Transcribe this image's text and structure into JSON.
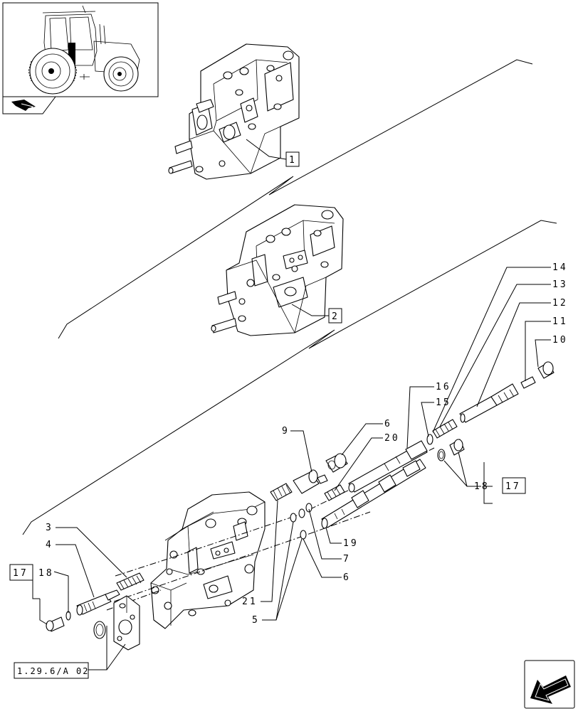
{
  "labels": {
    "c1": "1",
    "c2": "2",
    "c3": "3",
    "c4": "4",
    "c5": "5",
    "c6a": "6",
    "c6b": "6",
    "c7": "7",
    "c9": "9",
    "c10": "10",
    "c11": "11",
    "c12": "12",
    "c13": "13",
    "c14": "14",
    "c15": "15",
    "c16": "16",
    "c17a": "17",
    "c17b": "17",
    "c18a": "18",
    "c18b": "18",
    "c19": "19",
    "c20": "20",
    "c21": "21",
    "ref": "1.29.6/A 02"
  },
  "icons": {
    "thumbnail": "tractor-thumbnail-icon",
    "thumb_arrow": "folder-arrow-icon",
    "nav": "next-page-arrow-icon"
  }
}
